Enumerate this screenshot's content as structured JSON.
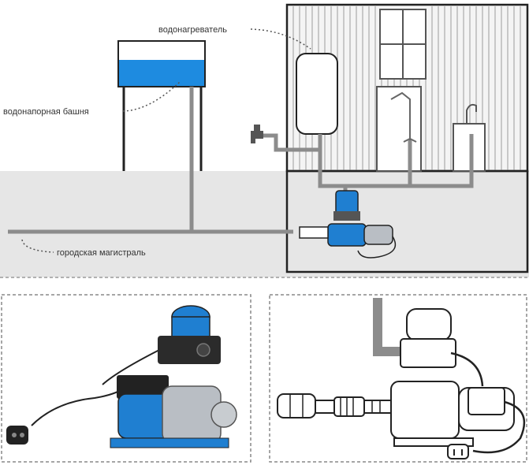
{
  "labels": {
    "water_heater": "водонагреватель",
    "water_tower": "водонапорная башня",
    "city_main": "городская магистраль"
  },
  "colors": {
    "pipe": "#8c8c8c",
    "ground": "#e5e5e5",
    "water": "#1e8be0",
    "pump_blue": "#1f7fd1",
    "pump_steel": "#b9bec4",
    "outline": "#222222",
    "dash": "#555555"
  },
  "icons": [
    "faucet-icon",
    "shower-icon",
    "sink-icon",
    "power-plug-icon",
    "pressure-switch-icon"
  ]
}
